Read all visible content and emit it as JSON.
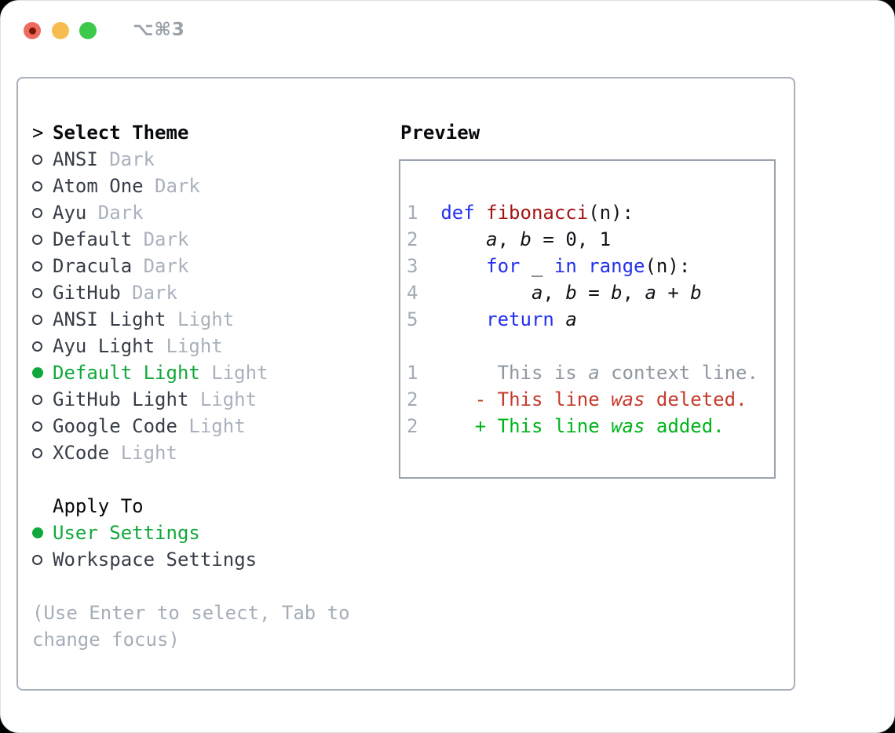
{
  "titlebar": {
    "shortcut": "⌥⌘3"
  },
  "theme_panel": {
    "header_marker": ">",
    "header": "Select Theme",
    "items": [
      {
        "name": "ANSI",
        "tag": "Dark",
        "selected": false
      },
      {
        "name": "Atom One",
        "tag": "Dark",
        "selected": false
      },
      {
        "name": "Ayu",
        "tag": "Dark",
        "selected": false
      },
      {
        "name": "Default",
        "tag": "Dark",
        "selected": false
      },
      {
        "name": "Dracula",
        "tag": "Dark",
        "selected": false
      },
      {
        "name": "GitHub",
        "tag": "Dark",
        "selected": false
      },
      {
        "name": "ANSI Light",
        "tag": "Light",
        "selected": false
      },
      {
        "name": "Ayu Light",
        "tag": "Light",
        "selected": false
      },
      {
        "name": "Default Light",
        "tag": "Light",
        "selected": true
      },
      {
        "name": "GitHub Light",
        "tag": "Light",
        "selected": false
      },
      {
        "name": "Google Code",
        "tag": "Light",
        "selected": false
      },
      {
        "name": "XCode",
        "tag": "Light",
        "selected": false
      }
    ],
    "apply_to": {
      "header": "Apply To",
      "options": [
        {
          "name": "User Settings",
          "selected": true
        },
        {
          "name": "Workspace Settings",
          "selected": false
        }
      ]
    },
    "help_lines": [
      "(Use Enter to select, Tab to",
      "change focus)"
    ]
  },
  "preview": {
    "header": "Preview",
    "lines": [
      {
        "tokens": [
          [
            "1  ",
            "num"
          ],
          [
            "def ",
            "kw"
          ],
          [
            "fibonacci",
            "fn"
          ],
          [
            "(n):",
            "code"
          ]
        ]
      },
      {
        "tokens": [
          [
            "2  ",
            "num"
          ],
          [
            "    ",
            "code"
          ],
          [
            "a",
            "code",
            true
          ],
          [
            ", ",
            "code"
          ],
          [
            "b",
            "code",
            true
          ],
          [
            " = 0, 1",
            "code"
          ]
        ]
      },
      {
        "tokens": [
          [
            "3  ",
            "num"
          ],
          [
            "    ",
            "code"
          ],
          [
            "for",
            "kw"
          ],
          [
            " _ ",
            "code"
          ],
          [
            "in",
            "kw"
          ],
          [
            " ",
            "code"
          ],
          [
            "range",
            "kw"
          ],
          [
            "(n):",
            "code"
          ]
        ]
      },
      {
        "tokens": [
          [
            "4  ",
            "num"
          ],
          [
            "        ",
            "code"
          ],
          [
            "a",
            "code",
            true
          ],
          [
            ", ",
            "code"
          ],
          [
            "b",
            "code",
            true
          ],
          [
            " = ",
            "code"
          ],
          [
            "b",
            "code",
            true
          ],
          [
            ", ",
            "code"
          ],
          [
            "a",
            "code",
            true
          ],
          [
            " + ",
            "code"
          ],
          [
            "b",
            "code",
            true
          ]
        ]
      },
      {
        "tokens": [
          [
            "5  ",
            "num"
          ],
          [
            "    ",
            "code"
          ],
          [
            "return",
            "kw"
          ],
          [
            " ",
            "code"
          ],
          [
            "a",
            "code",
            true
          ]
        ]
      },
      {
        "tokens": []
      },
      {
        "tokens": [
          [
            "1  ",
            "num"
          ],
          [
            "     This is ",
            "ctx"
          ],
          [
            "a",
            "ctx",
            true
          ],
          [
            " context line.",
            "ctx"
          ]
        ]
      },
      {
        "tokens": [
          [
            "2  ",
            "num"
          ],
          [
            "   ",
            "code"
          ],
          [
            "- This line ",
            "del"
          ],
          [
            "was",
            "del",
            true
          ],
          [
            " deleted.",
            "del"
          ]
        ]
      },
      {
        "tokens": [
          [
            "2  ",
            "num"
          ],
          [
            "   ",
            "code"
          ],
          [
            "+ This line ",
            "add"
          ],
          [
            "was",
            "add",
            true
          ],
          [
            " added.",
            "add"
          ]
        ]
      }
    ]
  },
  "colors": {
    "selection_green": "#10a83a",
    "added_green": "#00b41c",
    "deleted_red": "#c43a2b",
    "keyword_blue": "#2430ee",
    "function_red": "#a31515",
    "context_gray": "#9097a1",
    "line_number_gray": "#a2aab5",
    "item_text": "#373d48",
    "tag_gray": "#a9b1bd",
    "help_gray": "#a4adb8",
    "header_black": "#07090c",
    "panel_border": "#a9b0ba",
    "preview_border": "#9aa3ae",
    "code_black": "#101418",
    "traffic_red": "#ee6a5e",
    "traffic_red_dot": "#7a1607",
    "traffic_yellow": "#f6bd4e",
    "traffic_green": "#3cc84b",
    "shortcut_gray": "#9aa0a8"
  }
}
